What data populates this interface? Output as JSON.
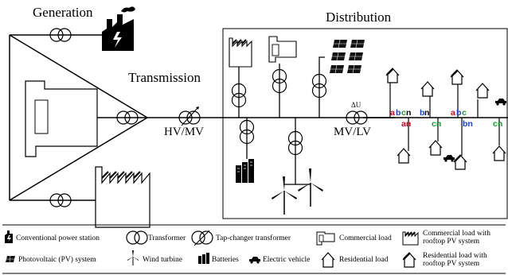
{
  "titles": {
    "generation": "Generation",
    "transmission": "Transmission",
    "distribution": "Distribution"
  },
  "labels": {
    "hv_mv": "HV/MV",
    "mv_lv": "MV/LV",
    "tap_delta": "ΔU"
  },
  "phases": {
    "group1": [
      "a",
      "b",
      "c",
      "n"
    ],
    "group1_tap": "an",
    "group2": [
      "b",
      "n"
    ],
    "group2_tap": "cn",
    "group3": [
      "a",
      "b",
      "c"
    ],
    "group3_tap": "bn",
    "group4_tap": "cn"
  },
  "phase_colors": {
    "a": "#e0001b",
    "b": "#1a3fd6",
    "c": "#119b2e",
    "n": "#000000"
  },
  "legend": [
    {
      "icon": "power-station-icon",
      "text": "Conventional power station"
    },
    {
      "icon": "transformer-icon",
      "text": "Transformer"
    },
    {
      "icon": "tap-changer-transformer-icon",
      "text": "Tap-changer transformer"
    },
    {
      "icon": "commercial-load-icon",
      "text": "Commercial load"
    },
    {
      "icon": "commercial-pv-icon",
      "text": "Commercial load with rooftop PV system"
    },
    {
      "icon": "pv-panel-icon",
      "text": "Photovoltaic (PV) system"
    },
    {
      "icon": "wind-turbine-icon",
      "text": "Wind turbine"
    },
    {
      "icon": "battery-icon",
      "text": "Batteries"
    },
    {
      "icon": "electric-vehicle-icon",
      "text": "Electric vehicle"
    },
    {
      "icon": "house-icon",
      "text": "Residential load"
    },
    {
      "icon": "house-pv-icon",
      "text": "Residential load with rooftop PV system"
    }
  ]
}
